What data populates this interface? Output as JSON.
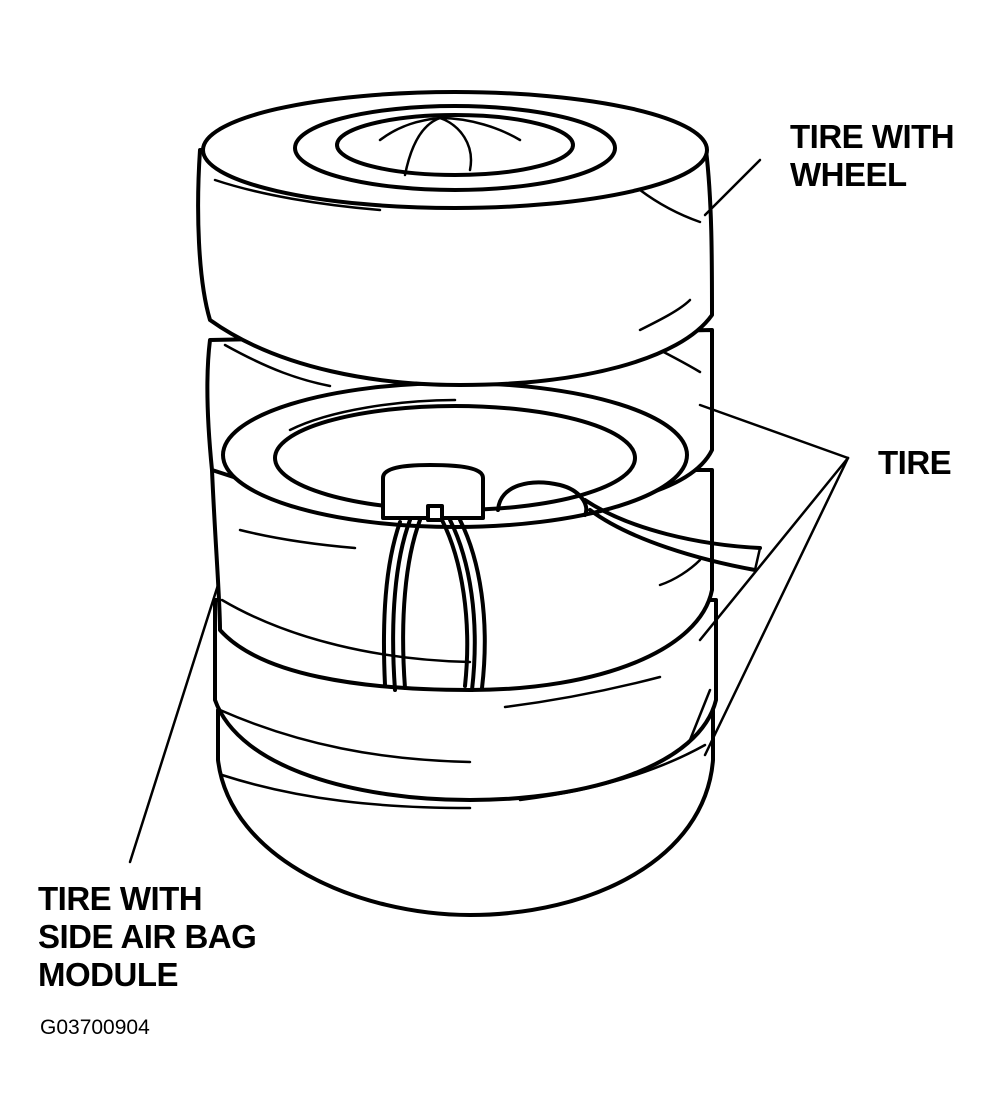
{
  "labels": {
    "tire_with_wheel": [
      "TIRE WITH",
      "WHEEL"
    ],
    "tire": "TIRE",
    "tire_with_side_air_bag_module": [
      "TIRE WITH",
      "SIDE AIR BAG",
      "MODULE"
    ]
  },
  "figure_id": "G03700904"
}
